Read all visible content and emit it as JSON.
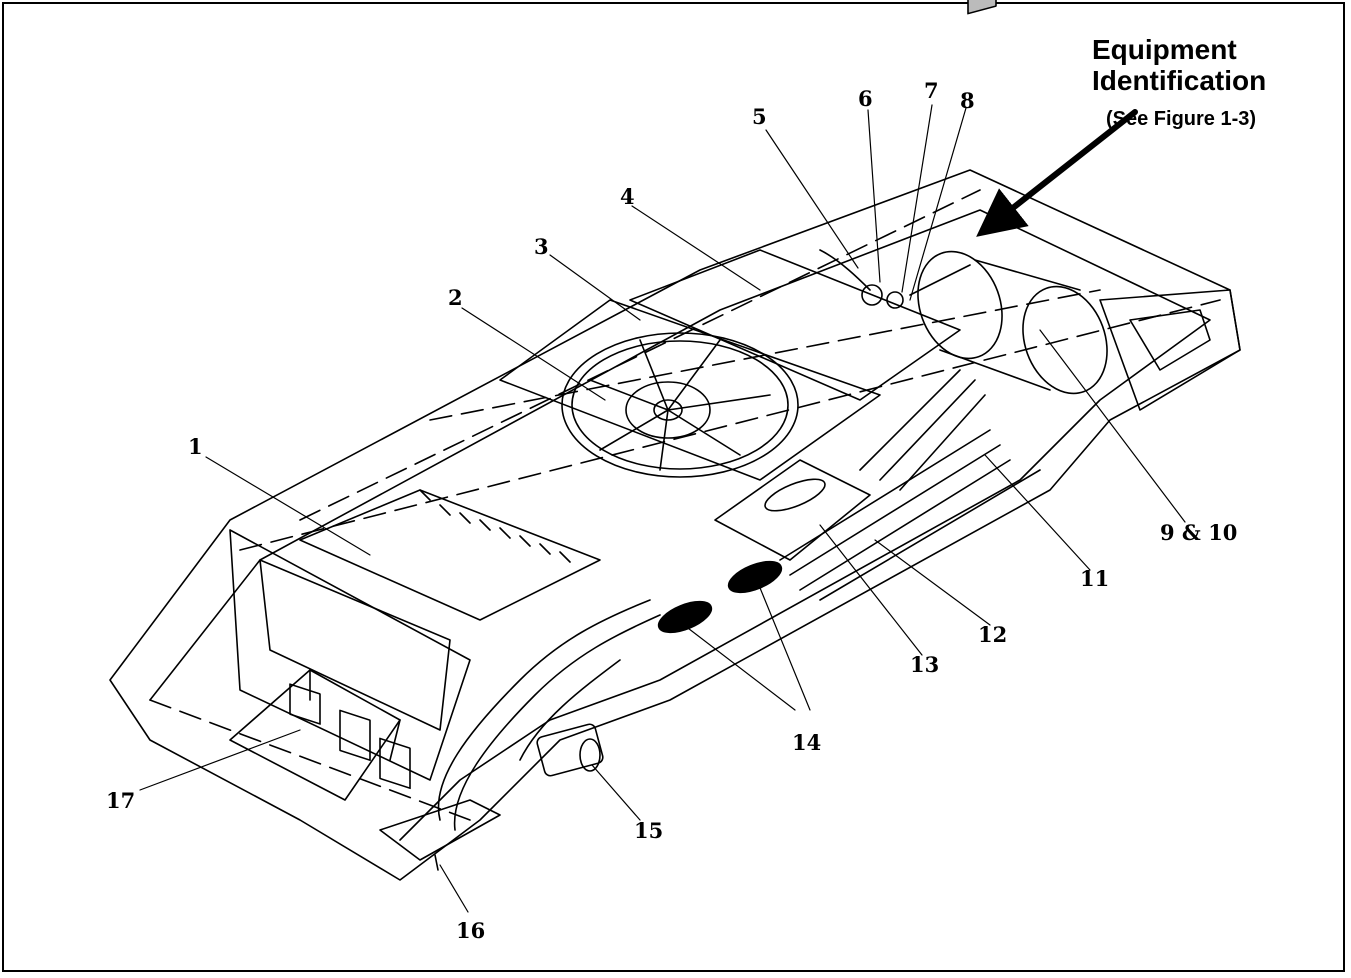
{
  "equipment": {
    "line1": "Equipment",
    "line2": "Identification",
    "ref": "(See Figure 1-3)"
  },
  "callouts": {
    "c1": "1",
    "c2": "2",
    "c3": "3",
    "c4": "4",
    "c5": "5",
    "c6": "6",
    "c7": "7",
    "c8": "8",
    "c9_10": "9 & 10",
    "c11": "11",
    "c12": "12",
    "c13": "13",
    "c14": "14",
    "c15": "15",
    "c16": "16",
    "c17": "17"
  }
}
